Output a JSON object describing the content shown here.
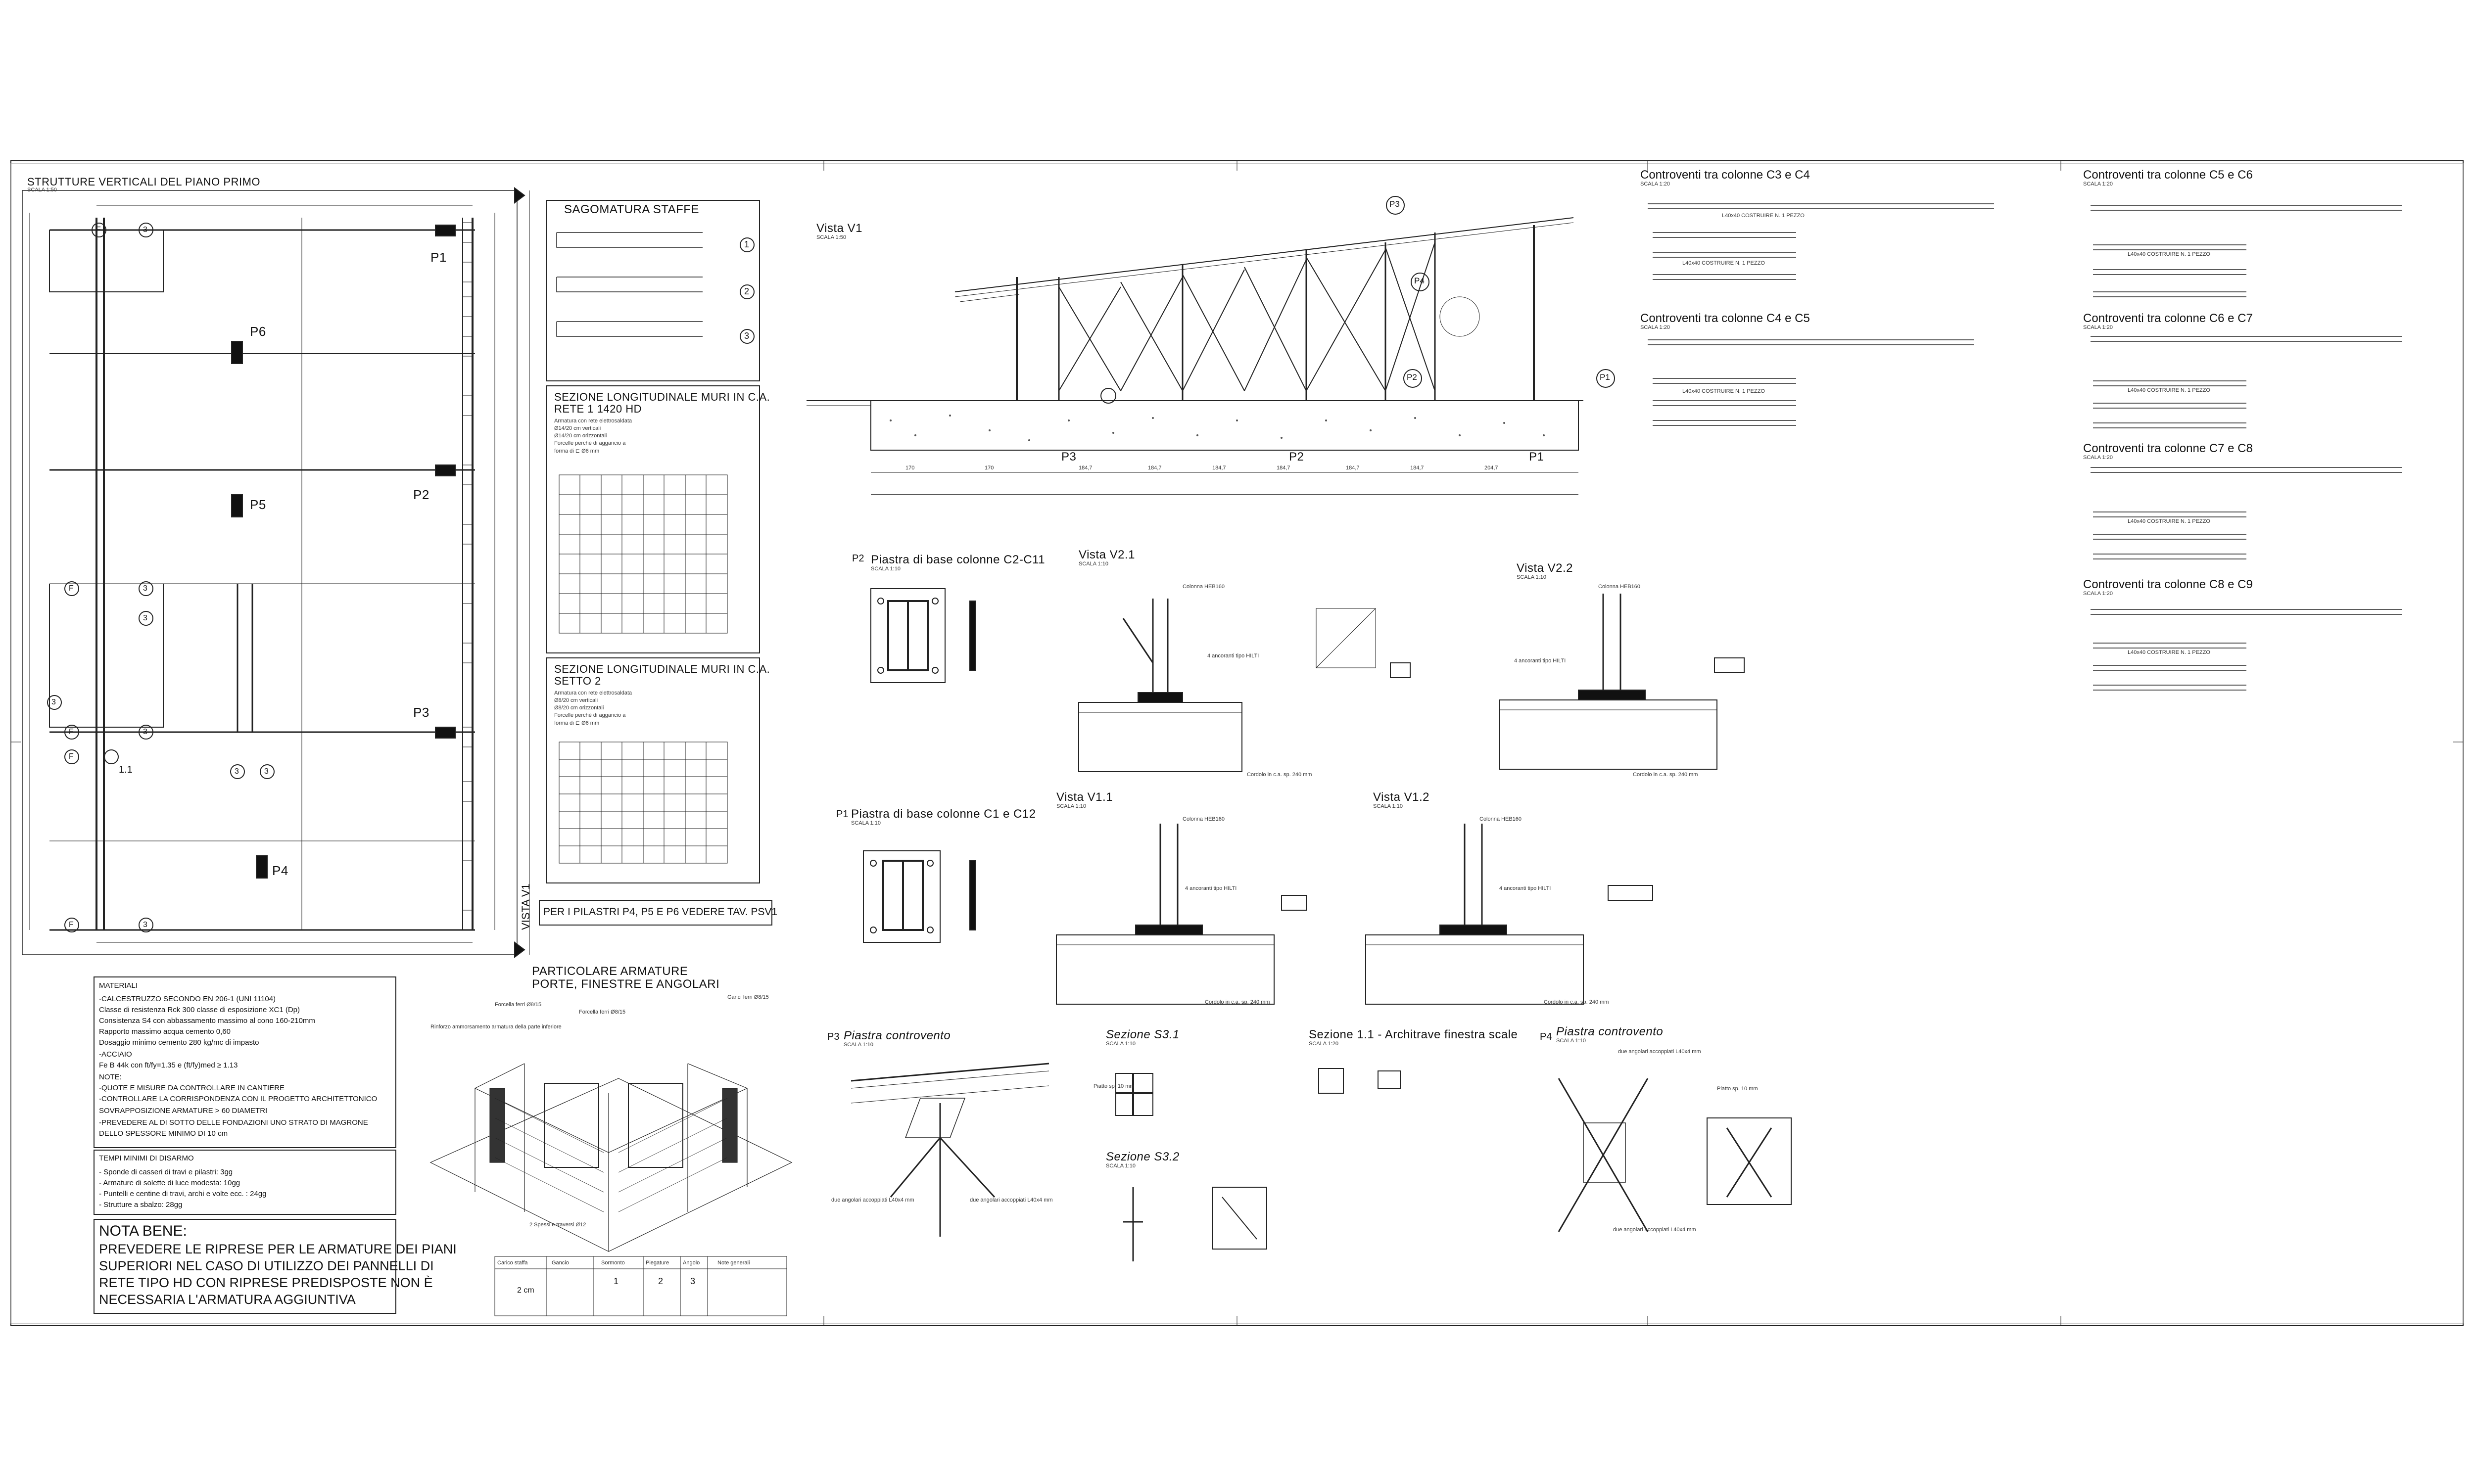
{
  "sheet": {
    "left_panel_title": "STRUTTURE VERTICALI DEL PIANO PRIMO",
    "left_panel_scale": "SCALA 1:50",
    "pillars": [
      "P1",
      "P2",
      "P3",
      "P4",
      "P5",
      "P6"
    ],
    "axis_markers": [
      "3",
      "F",
      "C"
    ],
    "section_marker": "1.1",
    "vista_side_label": "VISTA V1"
  },
  "sagomatura": {
    "title": "SAGOMATURA STAFFE",
    "items": [
      "1",
      "2",
      "3"
    ]
  },
  "sezione_muri_1": {
    "title": "SEZIONE LONGITUDINALE MURI IN C.A.",
    "subtitle": "RETE 1 1420 HD",
    "lines": [
      "Armatura con rete elettrosaldata",
      "Ø14/20 cm verticali",
      "Ø14/20 cm orizzontali",
      "Forcelle perché di aggancio a",
      "forma di ⊏ Ø6 mm"
    ]
  },
  "sezione_muri_2": {
    "title": "SEZIONE LONGITUDINALE MURI IN C.A.",
    "subtitle": "SETTO 2",
    "lines": [
      "Armatura con rete elettrosaldata",
      "Ø8/20 cm verticali",
      "Ø8/20 cm orizzontali",
      "Forcelle perché di aggancio a",
      "forma di ⊏ Ø6 mm"
    ]
  },
  "pilastri_note": "PER I PILASTRI P4, P5 E P6 VEDERE TAV. PSV1",
  "particolare": {
    "title": "PARTICOLARE ARMATURE",
    "subtitle": "PORTE, FINESTRE E ANGOLARI",
    "labels": [
      "Forcella ferri Ø8/15",
      "Rinforzo ammorsamento armatura della parte inferiore",
      "Forcella ferri Ø8/15",
      "Ganci ferri Ø8/15",
      "2 Spessi e traversi Ø12"
    ]
  },
  "materiali": {
    "title": "MATERIALI",
    "lines": [
      "-CALCESTRUZZO SECONDO EN 206-1 (UNI 11104)",
      " Classe di resistenza Rck 300 classe di esposizione XC1 (Dp)",
      " Consistenza S4 con abbassamento massimo al cono 160-210mm",
      " Rapporto massimo acqua cemento 0,60",
      " Dosaggio minimo cemento 280 kg/mc di impasto",
      "-ACCIAIO",
      " Fe B 44k con ft/fy=1.35 e (ft/fy)med ≥ 1.13",
      "NOTE:",
      "-QUOTE E MISURE DA CONTROLLARE IN CANTIERE",
      "-CONTROLLARE LA CORRISPONDENZA CON IL PROGETTO ARCHITETTONICO",
      " SOVRAPPOSIZIONE ARMATURE > 60 DIAMETRI",
      "-PREVEDERE AL DI SOTTO DELLE FONDAZIONI UNO STRATO DI MAGRONE",
      " DELLO SPESSORE MINIMO DI 10 cm"
    ]
  },
  "tempi_disarmo": {
    "title": "TEMPI MINIMI DI DISARMO",
    "lines": [
      "- Sponde di casseri di travi e pilastri: 3gg",
      "- Armature di solette di luce modesta: 10gg",
      "- Puntelli e centine di travi, archi e volte ecc. : 24gg",
      "- Strutture a sbalzo: 28gg"
    ]
  },
  "nota_bene": {
    "title": "NOTA BENE:",
    "lines": [
      "PREVEDERE LE RIPRESE PER LE ARMATURE DEI PIANI",
      "SUPERIORI NEL CASO DI UTILIZZO DEI PANNELLI DI",
      "RETE TIPO HD CON RIPRESE PREDISPOSTE NON È",
      "NECESSARIA L'ARMATURA AGGIUNTIVA"
    ]
  },
  "vista_v1": {
    "title": "Vista V1",
    "scale": "SCALA 1:50",
    "markers": [
      "P3",
      "P4",
      "P2",
      "P1"
    ],
    "bottom_labels": [
      "P3",
      "P2",
      "P1"
    ],
    "dims": [
      "170",
      "170",
      "184,7",
      "184,7",
      "184,7",
      "184,7",
      "184,7",
      "184,7",
      "204,7"
    ]
  },
  "details": [
    {
      "marker": "P2",
      "title": "Piastra di base colonne C2-C11",
      "scale": "SCALA 1:10"
    },
    {
      "marker": "",
      "title": "Vista V2.1",
      "scale": "SCALA 1:10"
    },
    {
      "marker": "",
      "title": "Vista V2.2",
      "scale": "SCALA 1:10"
    },
    {
      "marker": "P1",
      "title": "Piastra di base colonne C1 e C12",
      "scale": "SCALA 1:10"
    },
    {
      "marker": "",
      "title": "Vista V1.1",
      "scale": "SCALA 1:10"
    },
    {
      "marker": "",
      "title": "Vista V1.2",
      "scale": "SCALA 1:10"
    },
    {
      "marker": "P3",
      "title": "Piastra controvento",
      "scale": "SCALA 1:10"
    },
    {
      "marker": "",
      "title": "Sezione S3.1",
      "scale": "SCALA 1:10"
    },
    {
      "marker": "",
      "title": "Sezione S3.2",
      "scale": "SCALA 1:10"
    },
    {
      "marker": "",
      "title": "Sezione 1.1 - Architrave finestra scale",
      "scale": "SCALA 1:20"
    },
    {
      "marker": "P4",
      "title": "Piastra controvento",
      "scale": "SCALA 1:10"
    }
  ],
  "detail_notes": {
    "colonna": "Colonna HEB160",
    "tirafondi": "4 ancoranti tipo HILTI",
    "fondazione": "Cordolo in c.a. sp. 240 mm",
    "piatto": "Piatto sp. 10 mm",
    "angolari": "due angolari accoppiati L40x4 mm"
  },
  "controventi": [
    {
      "title": "Controventi tra colonne C3 e C4",
      "scale": "SCALA 1:20",
      "rows": 4
    },
    {
      "title": "Controventi tra colonne C4 e C5",
      "scale": "SCALA 1:20",
      "rows": 4
    },
    {
      "title": "Controventi tra colonne C5 e C6",
      "scale": "SCALA 1:20",
      "rows": 4
    },
    {
      "title": "Controventi tra colonne C6 e C7",
      "scale": "SCALA 1:20",
      "rows": 4
    },
    {
      "title": "Controventi tra colonne C7 e C8",
      "scale": "SCALA 1:20",
      "rows": 4
    },
    {
      "title": "Controventi tra colonne C8 e C9",
      "scale": "SCALA 1:20",
      "rows": 4
    }
  ],
  "controvento_row_label": "L40x40   COSTRUIRE N. 1 PEZZO",
  "legend_table": {
    "headers": [
      "Carico staffa",
      "Gancio",
      "Sormonto",
      "Piegature",
      "Angolo",
      "Note generali"
    ],
    "values": [
      "2 cm",
      "1",
      "2",
      "3"
    ]
  }
}
